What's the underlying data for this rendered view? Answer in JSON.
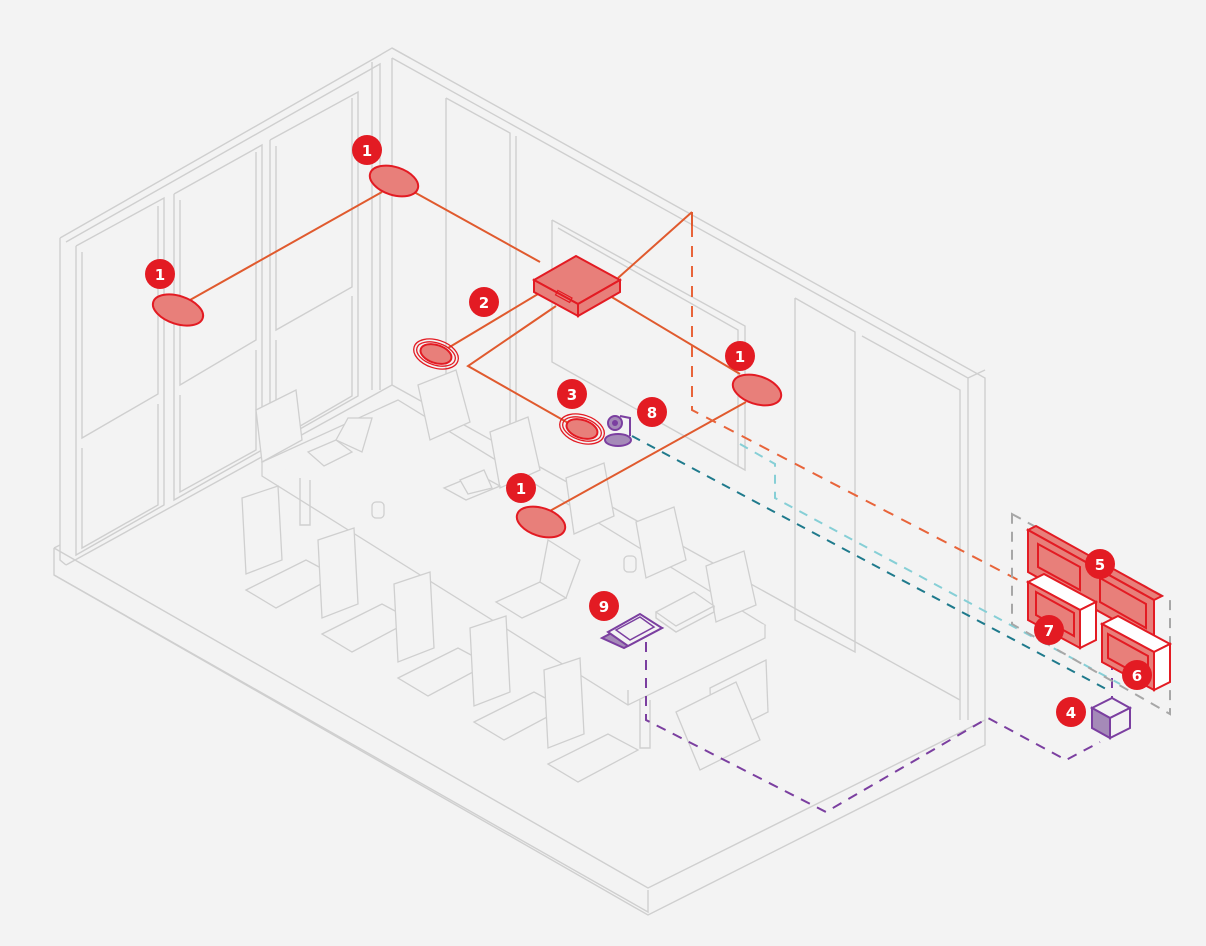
{
  "diagram": {
    "title": "Conference room device layout",
    "colors": {
      "background": "#f3f3f3",
      "room_lines": "#cfcfcf",
      "audio_wire": "#e05a2e",
      "device_fill": "#e87f7a",
      "device_stroke": "#e31b23",
      "badge": "#e31b23",
      "control_purple": "#7b3fa0",
      "network_teal": "#1f7a8c",
      "network_cyan": "#86cfd6"
    },
    "badges": [
      {
        "id": "b1a",
        "label": "1",
        "device": "ceiling-speaker-left-wall"
      },
      {
        "id": "b1b",
        "label": "1",
        "device": "ceiling-speaker-corner"
      },
      {
        "id": "b1c",
        "label": "1",
        "device": "ceiling-speaker-front-wall"
      },
      {
        "id": "b1d",
        "label": "1",
        "device": "ceiling-speaker-table"
      },
      {
        "id": "b2",
        "label": "2",
        "device": "ceiling-microphone-left"
      },
      {
        "id": "b3",
        "label": "3",
        "device": "ceiling-microphone-front"
      },
      {
        "id": "b4",
        "label": "4",
        "device": "control-processor"
      },
      {
        "id": "b5",
        "label": "5",
        "device": "rack-unit-top"
      },
      {
        "id": "b6",
        "label": "6",
        "device": "rack-unit-bottom-right"
      },
      {
        "id": "b7",
        "label": "7",
        "device": "rack-unit-bottom-left"
      },
      {
        "id": "b8",
        "label": "8",
        "device": "ptz-camera"
      },
      {
        "id": "b9",
        "label": "9",
        "device": "touch-panel"
      }
    ]
  }
}
